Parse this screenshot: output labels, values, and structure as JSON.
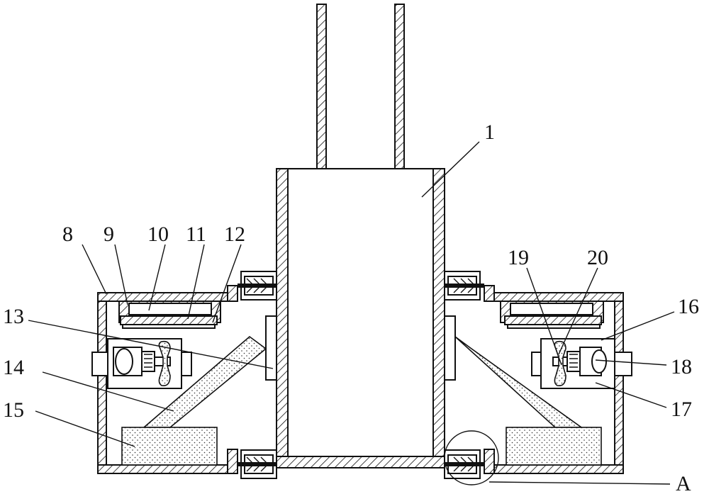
{
  "labels": {
    "l1": "1",
    "l8": "8",
    "l9": "9",
    "l10": "10",
    "l11": "11",
    "l12": "12",
    "l13": "13",
    "l14": "14",
    "l15": "15",
    "l16": "16",
    "l17": "17",
    "l18": "18",
    "l19": "19",
    "l20": "20",
    "lA": "A"
  }
}
